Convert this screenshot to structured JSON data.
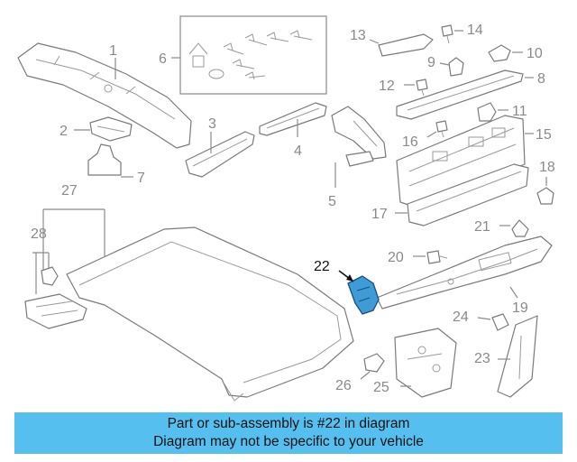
{
  "callouts": [
    "1",
    "2",
    "3",
    "4",
    "5",
    "6",
    "7",
    "8",
    "9",
    "10",
    "11",
    "12",
    "13",
    "14",
    "15",
    "16",
    "17",
    "18",
    "19",
    "20",
    "21",
    "22",
    "23",
    "24",
    "25",
    "26",
    "27",
    "28"
  ],
  "highlighted_part": "22",
  "colors": {
    "highlight": "#3e9bd6",
    "banner": "#55c0ef",
    "line": "#7a7a7a",
    "label": "#8a8a8a"
  },
  "banner": {
    "line1": "Part or sub-assembly is #22 in diagram",
    "line2": "Diagram may not be specific to your vehicle"
  }
}
